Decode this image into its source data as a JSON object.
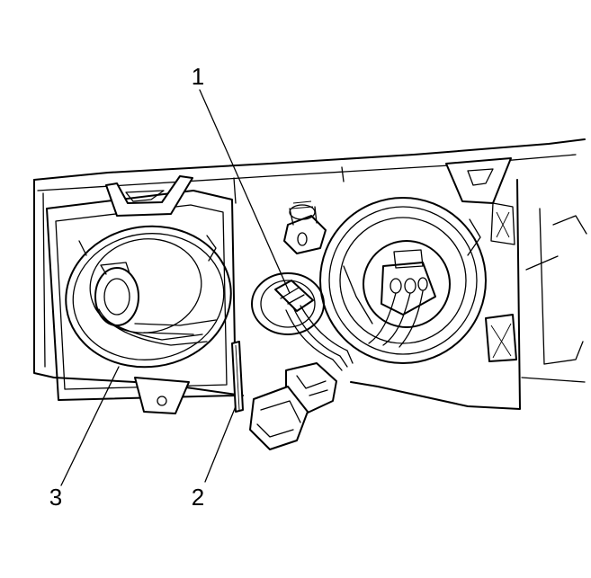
{
  "callouts": [
    {
      "id": "1",
      "label": "1"
    },
    {
      "id": "2",
      "label": "2"
    },
    {
      "id": "3",
      "label": "3"
    }
  ],
  "colors": {
    "line": "#000000",
    "background": "#ffffff"
  }
}
